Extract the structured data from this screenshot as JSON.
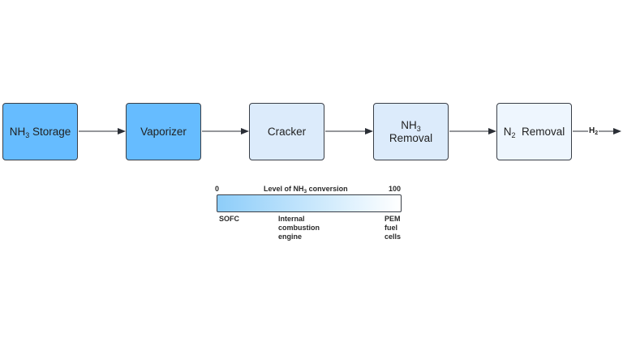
{
  "flow": {
    "boxes": [
      {
        "id": "storage",
        "lines": [
          {
            "text": "NH",
            "sub": "3",
            "after": " Storage"
          }
        ],
        "fill": "#66bcff"
      },
      {
        "id": "vaporizer",
        "lines": [
          {
            "text": "Vaporizer",
            "sub": "",
            "after": ""
          }
        ],
        "fill": "#66bcff"
      },
      {
        "id": "cracker",
        "lines": [
          {
            "text": "Cracker",
            "sub": "",
            "after": ""
          }
        ],
        "fill": "#dcebfb"
      },
      {
        "id": "nh3",
        "lines": [
          {
            "text": "NH",
            "sub": "3",
            "after": ""
          },
          {
            "text": "Removal",
            "sub": "",
            "after": ""
          }
        ],
        "fill": "#dcebfb"
      },
      {
        "id": "n2",
        "lines": [
          {
            "text": "N",
            "sub": "2",
            "after": "  Removal"
          }
        ],
        "fill": "#eef6fe"
      }
    ],
    "output_label": {
      "text": "H",
      "sub": "2"
    }
  },
  "scale": {
    "min_label": "0",
    "max_label": "100",
    "title": {
      "text": "Level of NH",
      "sub": "3",
      "after": " conversion"
    },
    "gradient_from": "#8dcdf9",
    "gradient_to": "#ffffff",
    "captions": {
      "sofc": [
        "SOFC"
      ],
      "internal": [
        "Internal",
        "combustion",
        "engine"
      ],
      "pem": [
        "PEM",
        "fuel",
        "cells"
      ]
    }
  }
}
